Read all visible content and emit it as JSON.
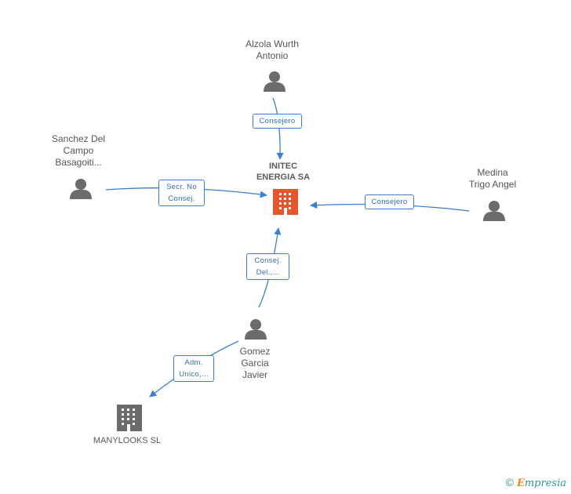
{
  "nodes": {
    "alzola": {
      "label": "Alzola Wurth\nAntonio"
    },
    "sanchez": {
      "label": "Sanchez Del\nCampo\nBasagoiti..."
    },
    "medina": {
      "label": "Medina\nTrigo Angel"
    },
    "gomez": {
      "label": "Gomez\nGarcia\nJavier"
    },
    "initec": {
      "label": "INITEC\nENERGIA SA"
    },
    "manylooks": {
      "label": "MANYLOOKS SL"
    }
  },
  "edges": {
    "alzola_initec": "Consejero",
    "sanchez_initec": "Secr.  No\nConsej.",
    "medina_initec": "Consejero",
    "gomez_initec": "Consej.\nDel.,...",
    "gomez_manylooks": "Adm.\nUnico,..."
  },
  "colors": {
    "edge": "#3a7fd6",
    "person": "#6b6b6b",
    "company_main": "#e8542b",
    "company": "#6b6b6b"
  },
  "brand": {
    "copyright": "©",
    "e": "E",
    "rest": "mpresia"
  }
}
